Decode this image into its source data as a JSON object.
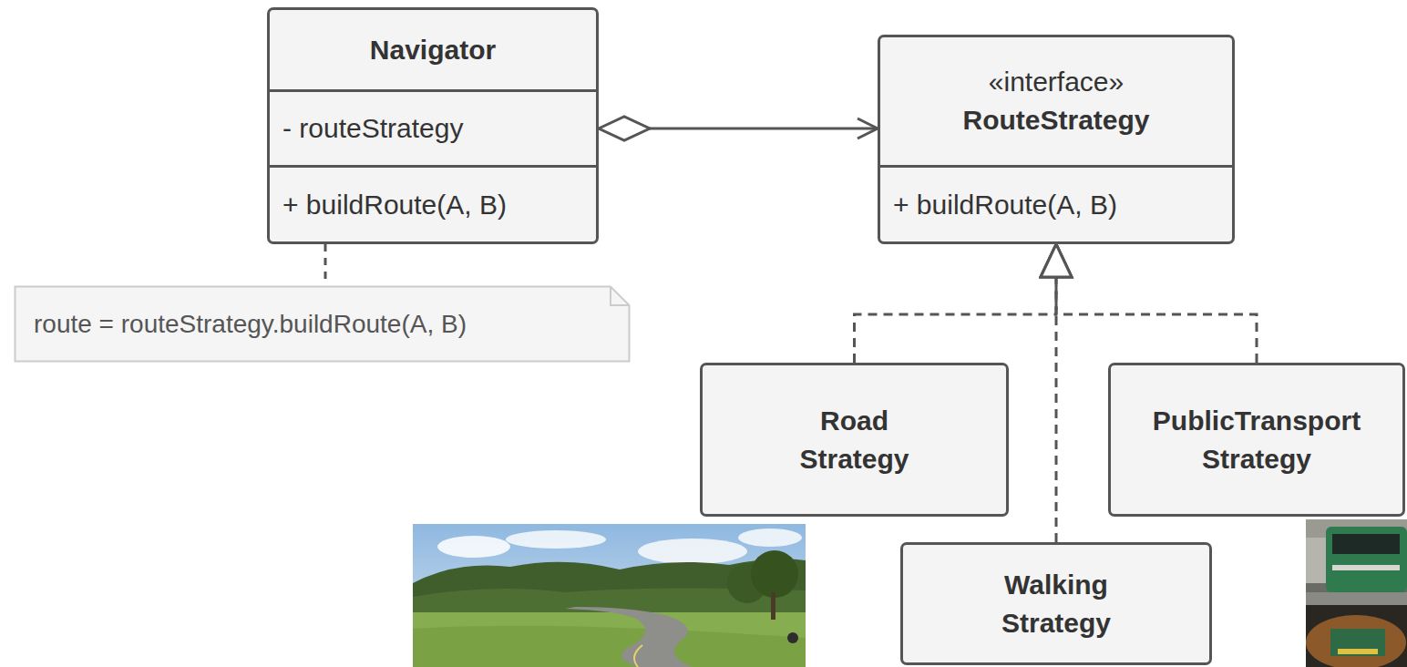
{
  "diagram": {
    "nodes": [
      {
        "text": [
          "Navigator",
          "- routeStrategy",
          "+ buildRoute(A, B)"
        ]
      },
      {
        "text": [
          "route = routeStrategy.buildRoute(A, B)"
        ]
      },
      {
        "text": [
          "«interface»",
          "RouteStrategy",
          "+ buildRoute(A, B)"
        ]
      },
      {
        "text": [
          "Road Strategy"
        ]
      },
      {
        "text": [
          "PublicTransport Strategy"
        ]
      },
      {
        "text": [
          "Walking Strategy"
        ]
      }
    ],
    "edges": [
      {
        "from": 0,
        "to": 2,
        "arrow": "both"
      },
      {
        "from": 0,
        "to": 1,
        "arrow": "none"
      },
      {
        "from": 3,
        "to": 2,
        "arrow": "to"
      },
      {
        "from": 5,
        "to": 2,
        "arrow": "to"
      },
      {
        "from": 4,
        "to": 2,
        "arrow": "to"
      }
    ]
  }
}
